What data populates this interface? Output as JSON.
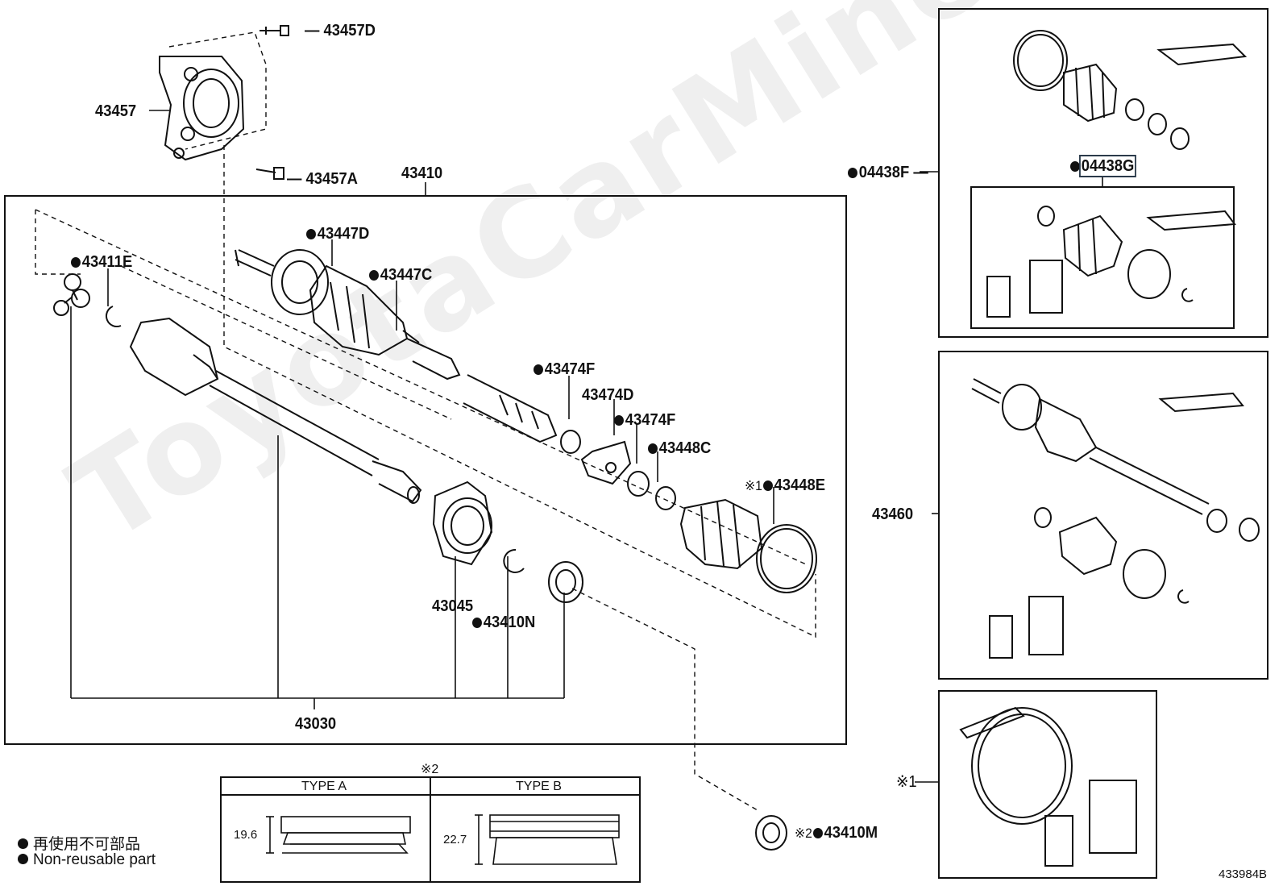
{
  "watermark": "ToyotaCarMine.ru",
  "labels": {
    "p43457D": "43457D",
    "p43457": "43457",
    "p43457A": "43457A",
    "p43410": "43410",
    "p43447D": "43447D",
    "p43447C": "43447C",
    "p43411E": "43411E",
    "p43474F_a": "43474F",
    "p43474D": "43474D",
    "p43474F_b": "43474F",
    "p43448C": "43448C",
    "p43448E": "43448E",
    "p43448E_mark": "※1",
    "p43045": "43045",
    "p43410N": "43410N",
    "p43030": "43030",
    "p04438F": "04438F",
    "p04438G": "04438G",
    "p43460": "43460",
    "mark1": "※1",
    "p43410M": "43410M",
    "p43410M_mark": "※2",
    "table_mark": "※2"
  },
  "table": {
    "type_a": "TYPE A",
    "type_b": "TYPE B",
    "dim_a": "19.6",
    "dim_b": "22.7"
  },
  "legend": {
    "jp": "再使用不可部品",
    "en": "Non-reusable part"
  },
  "diagram_code": "433984B"
}
